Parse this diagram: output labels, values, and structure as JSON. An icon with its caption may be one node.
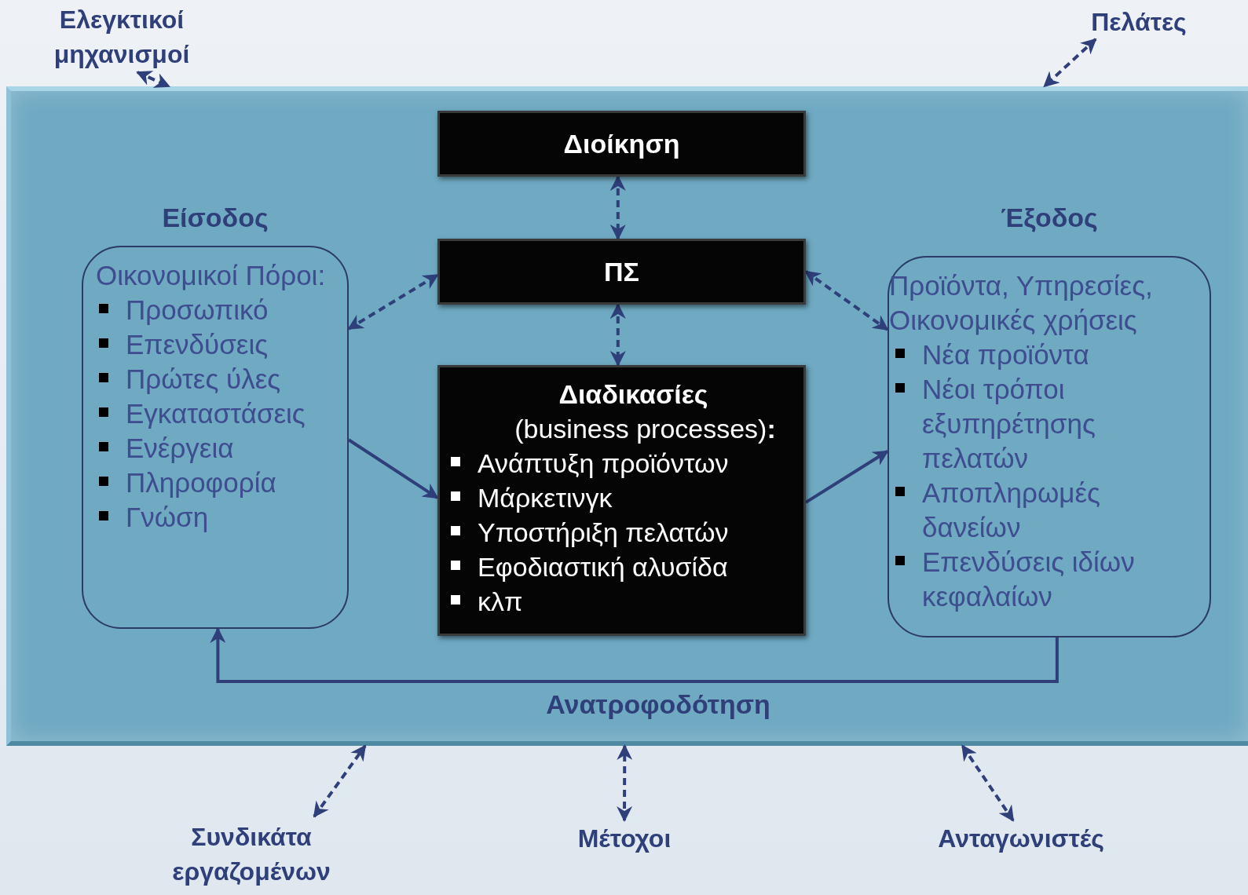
{
  "diagram": {
    "nodes": [
      {
        "text": [],
        "shape": "box"
      },
      {
        "text": [
          "Ελεγκτικοί μηχανισμοί"
        ]
      },
      {
        "text": [
          "Πελάτες"
        ]
      },
      {
        "text": [
          "Διοίκηση"
        ],
        "in": 0
      },
      {
        "text": [
          "Είσοδος",
          "Οικονομικοί Πόροι:",
          "Προσωπικό",
          "Επενδύσεις",
          "Πρώτες ύλες",
          "Εγκαταστάσεις",
          "Ενέργεια",
          "Πληροφορία",
          "Γνώση"
        ],
        "in": 0
      },
      {
        "text": [
          "ΠΣ"
        ],
        "in": 0
      },
      {
        "text": [
          "Έξοδος",
          "Προϊόντα, Υπηρεσίες, Οικονομικές χρήσεις",
          "Νέα προϊόντα",
          "Νέοι τρόποι εξυπηρέτησης πελατών",
          "Αποπληρωμές δανείων",
          "Επενδύσεις ιδίων κεφαλαίων"
        ],
        "in": 0
      },
      {
        "text": [
          "Διαδικασίες",
          "(business processes)**:**",
          "Ανάπτυξη προϊόντων",
          "Μάρκετινγκ",
          "Υποστήριξη πελατών",
          "Εφοδιαστική αλυσίδα",
          "κλπ"
        ],
        "in": 0
      },
      {
        "text": [
          "Συνδικάτα εργαζομένων"
        ]
      },
      {
        "text": [
          "Μέτοχοι"
        ]
      },
      {
        "text": [
          "Ανταγωνιστές"
        ]
      }
    ],
    "edges": [
      {
        "from": 1,
        "to": 0,
        "arrow": "both",
        "style": "dashed"
      },
      {
        "from": 2,
        "to": 0,
        "arrow": "both",
        "style": "dashed"
      },
      {
        "from": 3,
        "to": 5,
        "arrow": "both",
        "style": "dashed"
      },
      {
        "from": 4,
        "to": 5,
        "arrow": "both",
        "style": "dashed"
      },
      {
        "from": 5,
        "to": 6,
        "arrow": "both",
        "style": "dashed"
      },
      {
        "from": 5,
        "to": 7,
        "arrow": "both",
        "style": "dashed"
      },
      {
        "from": 4,
        "to": 7,
        "arrow": "to"
      },
      {
        "from": 7,
        "to": 6,
        "arrow": "to"
      },
      {
        "from": 6,
        "to": 4,
        "arrow": "to",
        "label": "Ανατροφοδότηση"
      },
      {
        "from": 8,
        "to": 0,
        "arrow": "both",
        "style": "dashed"
      },
      {
        "from": 9,
        "to": 0,
        "arrow": "both",
        "style": "dashed"
      },
      {
        "from": 10,
        "to": 0,
        "arrow": "both",
        "style": "dashed"
      }
    ]
  }
}
